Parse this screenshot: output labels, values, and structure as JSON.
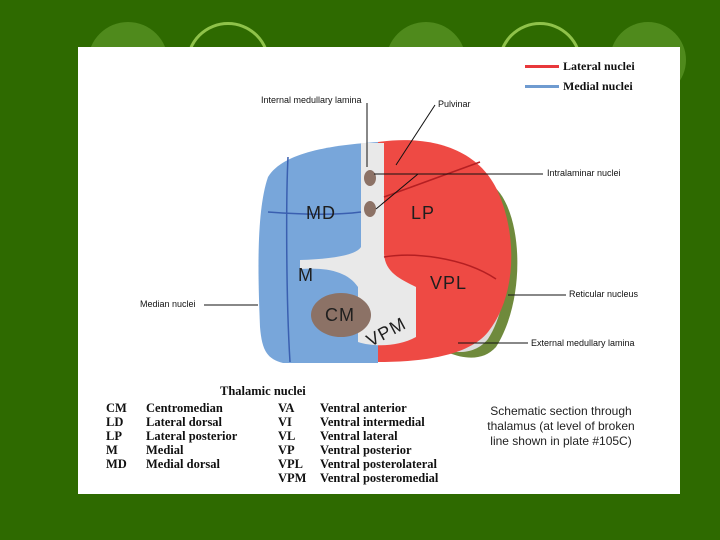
{
  "legend": {
    "lateral": {
      "label": "Lateral nuclei",
      "color": "#e8383b"
    },
    "medial": {
      "label": "Medial nuclei",
      "color": "#6f9bd0"
    }
  },
  "annotations": {
    "internal_medullary_lamina": "Internal medullary lamina",
    "pulvinar": "Pulvinar",
    "intralaminar_nuclei": "Intralaminar nuclei",
    "median_nuclei": "Median nuclei",
    "reticular_nucleus": "Reticular nucleus",
    "external_medullary_lamina": "External medullary lamina"
  },
  "region_labels": {
    "md": "MD",
    "lp": "LP",
    "m": "M",
    "vpl": "VPL",
    "cm": "CM",
    "vpm": "VPM"
  },
  "abbreviations": {
    "title": "Thalamic nuclei",
    "left": [
      {
        "abbr": "CM",
        "name": "Centromedian"
      },
      {
        "abbr": "LD",
        "name": "Lateral dorsal"
      },
      {
        "abbr": "LP",
        "name": "Lateral posterior"
      },
      {
        "abbr": "M",
        "name": "Medial"
      },
      {
        "abbr": "MD",
        "name": "Medial dorsal"
      }
    ],
    "right": [
      {
        "abbr": "VA",
        "name": "Ventral anterior"
      },
      {
        "abbr": "VI",
        "name": "Ventral intermedial"
      },
      {
        "abbr": "VL",
        "name": "Ventral lateral"
      },
      {
        "abbr": "VP",
        "name": "Ventral posterior"
      },
      {
        "abbr": "VPL",
        "name": "Ventral posterolateral"
      },
      {
        "abbr": "VPM",
        "name": "Ventral posteromedial"
      }
    ]
  },
  "caption": {
    "line1": "Schematic section through",
    "line2": "thalamus (at level of broken",
    "line3": "line shown in plate #105C)"
  },
  "colors": {
    "background": "#2e6a00",
    "lateral_fill": "#ee4a44",
    "medial_fill": "#78a6da",
    "reticular": "#6f8a3c",
    "lamina": "#d8d8d8",
    "cm": "#8c7266"
  }
}
